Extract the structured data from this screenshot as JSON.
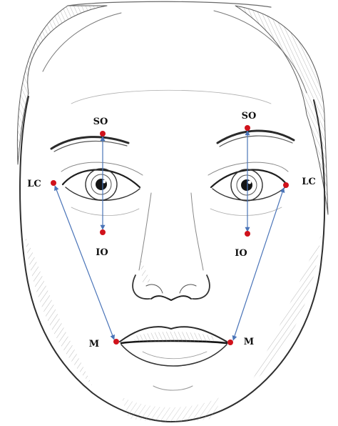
{
  "figure": {
    "landmarks": {
      "so_left": "SO",
      "so_right": "SO",
      "io_left": "IO",
      "io_right": "IO",
      "lc_left": "LC",
      "lc_right": "LC",
      "m_left": "M",
      "m_right": "M"
    },
    "colors": {
      "point": "#d0121b",
      "arrow": "#4a74b8",
      "sketch": "#3a3a3a",
      "label": "#111111"
    },
    "icons": {
      "illustration": "pencil-sketch-face"
    }
  }
}
